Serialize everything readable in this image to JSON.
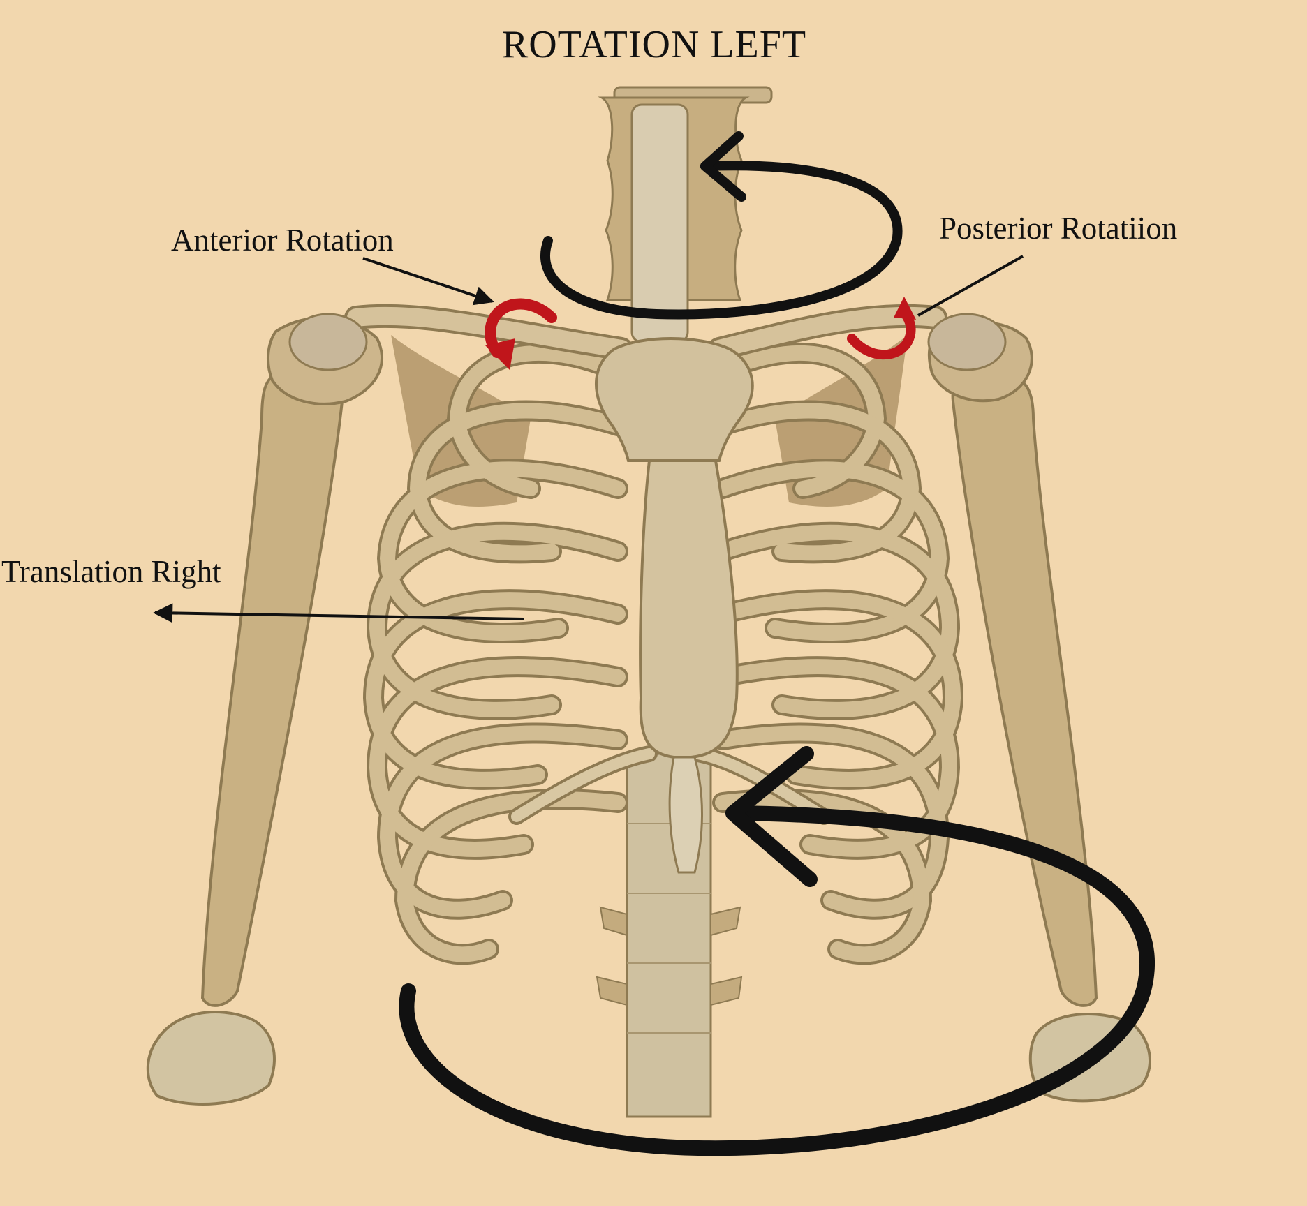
{
  "diagram": {
    "title": "ROTATION LEFT",
    "labels": {
      "anterior_rotation": "Anterior Rotation",
      "posterior_rotation": "Posterior Rotatiion",
      "translation_right": "Translation Right"
    }
  },
  "colors": {
    "background": "#f2d7ae",
    "bone": "#cdb68c",
    "bone_shadow": "#9c8458",
    "bone_highlight": "#e4d2ad",
    "black_arrows": "#111111",
    "red_arrows": "#c0151b"
  },
  "icons": {
    "upper_rotation_arrow": "curved-arrow-icon",
    "lower_rotation_arrow": "curved-arrow-icon",
    "anterior_rotation_marker": "red-curl-arrow-icon",
    "posterior_rotation_marker": "red-curl-arrow-icon"
  }
}
